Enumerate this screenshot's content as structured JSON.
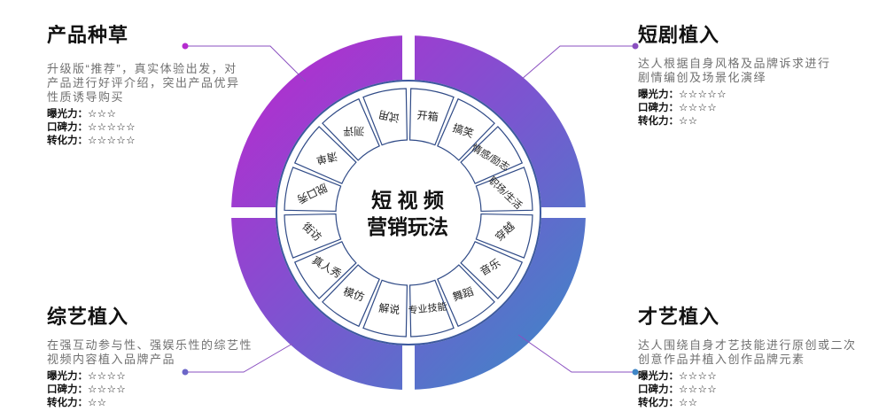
{
  "center": {
    "line1": "短 视 频",
    "line2": "营销玩法"
  },
  "ring_labels": [
    "开箱",
    "搞笑",
    "情感/励志",
    "职场/生活",
    "穿越",
    "音乐",
    "舞蹈",
    "专业技能",
    "解说",
    "模仿",
    "真人秀",
    "街访",
    "脱口秀",
    "清单",
    "测评",
    "试用"
  ],
  "colors": {
    "purple": "#b52ccf",
    "violet": "#7b55d0",
    "blue": "#3f86c7",
    "inner_border": "#3d5a9e"
  },
  "quadrants": {
    "top_left": {
      "title": "产品种草",
      "description": "升级版“推荐”，真实体验出发，对产品进行好评介绍，突出产品优异性质诱导购买",
      "ratings": [
        {
          "label": "曝光力：",
          "stars": "☆☆☆"
        },
        {
          "label": "口碑力：",
          "stars": "☆☆☆☆☆"
        },
        {
          "label": "转化力：",
          "stars": "☆☆☆☆☆"
        }
      ]
    },
    "top_right": {
      "title": "短剧植入",
      "description": "达人根据自身风格及品牌诉求进行剧情编创及场景化演绎",
      "ratings": [
        {
          "label": "曝光力：",
          "stars": "☆☆☆☆☆"
        },
        {
          "label": "口碑力：",
          "stars": "☆☆☆☆"
        },
        {
          "label": "转化力：",
          "stars": "☆☆"
        }
      ]
    },
    "bottom_left": {
      "title": "综艺植入",
      "description": "在强互动参与性、强娱乐性的综艺性视频内容植入品牌产品",
      "ratings": [
        {
          "label": "曝光力：",
          "stars": "☆☆☆☆"
        },
        {
          "label": "口碑力：",
          "stars": "☆☆☆☆"
        },
        {
          "label": "转化力：",
          "stars": "☆☆"
        }
      ]
    },
    "bottom_right": {
      "title": "才艺植入",
      "description": "达人围绕自身才艺技能进行原创或二次创意作品并植入创作品牌元素",
      "ratings": [
        {
          "label": "曝光力：",
          "stars": "☆☆☆☆"
        },
        {
          "label": "口碑力：",
          "stars": "☆☆☆☆"
        },
        {
          "label": "转化力：",
          "stars": "☆☆"
        }
      ]
    }
  }
}
